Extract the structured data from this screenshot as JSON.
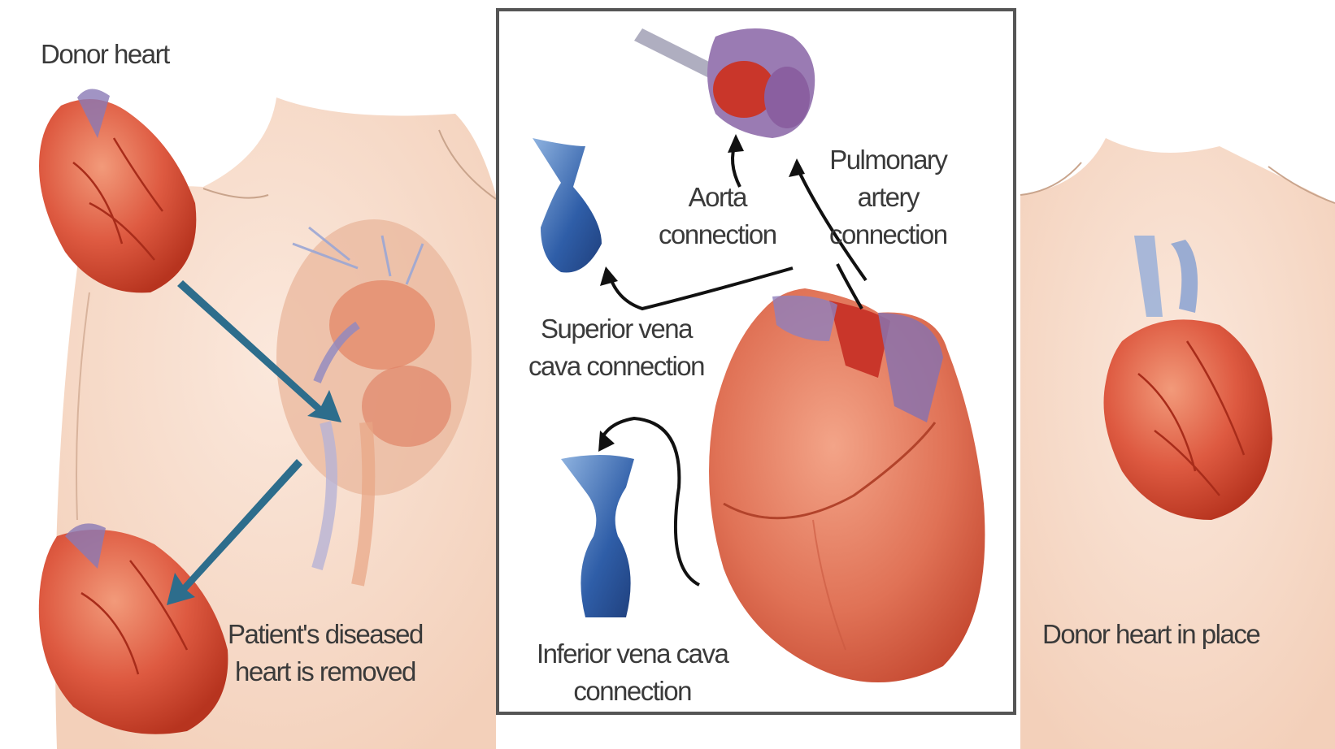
{
  "labels": {
    "donor_heart": "Donor heart",
    "patient_heart": [
      "Patient's diseased",
      "heart is removed"
    ],
    "aorta": [
      "Aorta",
      "connection"
    ],
    "pulmonary": [
      "Pulmonary",
      "artery",
      "connection"
    ],
    "superior": [
      "Superior vena",
      "cava connection"
    ],
    "inferior": [
      "Inferior vena cava",
      "connection"
    ],
    "donor_in_place": "Donor heart in place"
  },
  "colors": {
    "skin": "#f7dccb",
    "skin_shadow": "#efc3a8",
    "heart_red": "#d9503a",
    "heart_light": "#ee8a6c",
    "vein_blue": "#2f5ea8",
    "arrow_blue": "#2d6d8c",
    "artery_purple": "#8a6aa6",
    "frame": "#555555"
  },
  "icons": [
    "arrow-icon",
    "heart-icon",
    "vein-icon"
  ]
}
